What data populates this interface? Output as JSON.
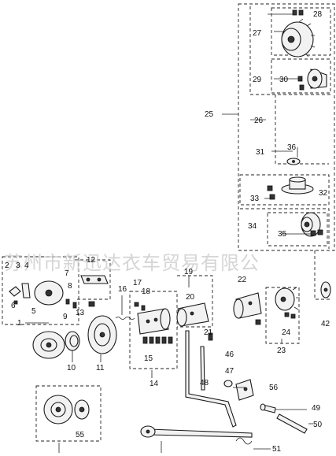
{
  "watermark": "苏州市新迅达衣车贸易有限公",
  "labels": {
    "l1": "1",
    "l2": "2",
    "l3": "3",
    "l4": "4",
    "l5": "5",
    "l6": "6",
    "l7": "7",
    "l8": "8",
    "l9": "9",
    "l10": "10",
    "l11": "11",
    "l12": "12",
    "l13": "13",
    "l14": "14",
    "l15": "15",
    "l16": "16",
    "l17": "17",
    "l18": "18",
    "l19": "19",
    "l20": "20",
    "l21": "21",
    "l22": "22",
    "l23": "23",
    "l24": "24",
    "l25": "25",
    "l26": "26",
    "l27": "27",
    "l28": "28",
    "l29": "29",
    "l30": "30",
    "l31": "31",
    "l32": "32",
    "l33": "33",
    "l34": "34",
    "l35": "35",
    "l36": "36",
    "l42": "42",
    "l46": "46",
    "l47": "47",
    "l48": "48",
    "l49": "49",
    "l50": "50",
    "l51": "51",
    "l55": "55",
    "l56": "56"
  }
}
